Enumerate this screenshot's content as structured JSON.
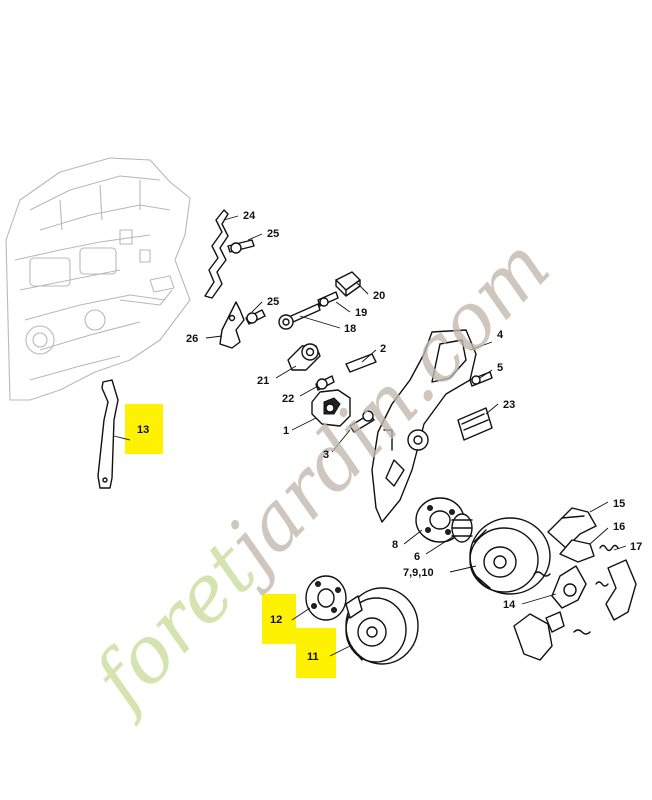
{
  "watermark": {
    "prefix": "foret",
    "suffix": "jardin.com",
    "color_green": "#c8dd9c",
    "color_brown": "#c2b8ad"
  },
  "highlight_color": "#fff200",
  "callouts": {
    "c1": "1",
    "c2": "2",
    "c3": "3",
    "c4": "4",
    "c5": "5",
    "c6": "6",
    "c7": "7,9,10",
    "c8": "8",
    "c11": "11",
    "c12": "12",
    "c13": "13",
    "c14": "14",
    "c15": "15",
    "c16": "16",
    "c17": "17",
    "c18": "18",
    "c19": "19",
    "c20": "20",
    "c21": "21",
    "c22": "22",
    "c23": "23",
    "c24": "24",
    "c25a": "25",
    "c25b": "25",
    "c26": "26"
  }
}
